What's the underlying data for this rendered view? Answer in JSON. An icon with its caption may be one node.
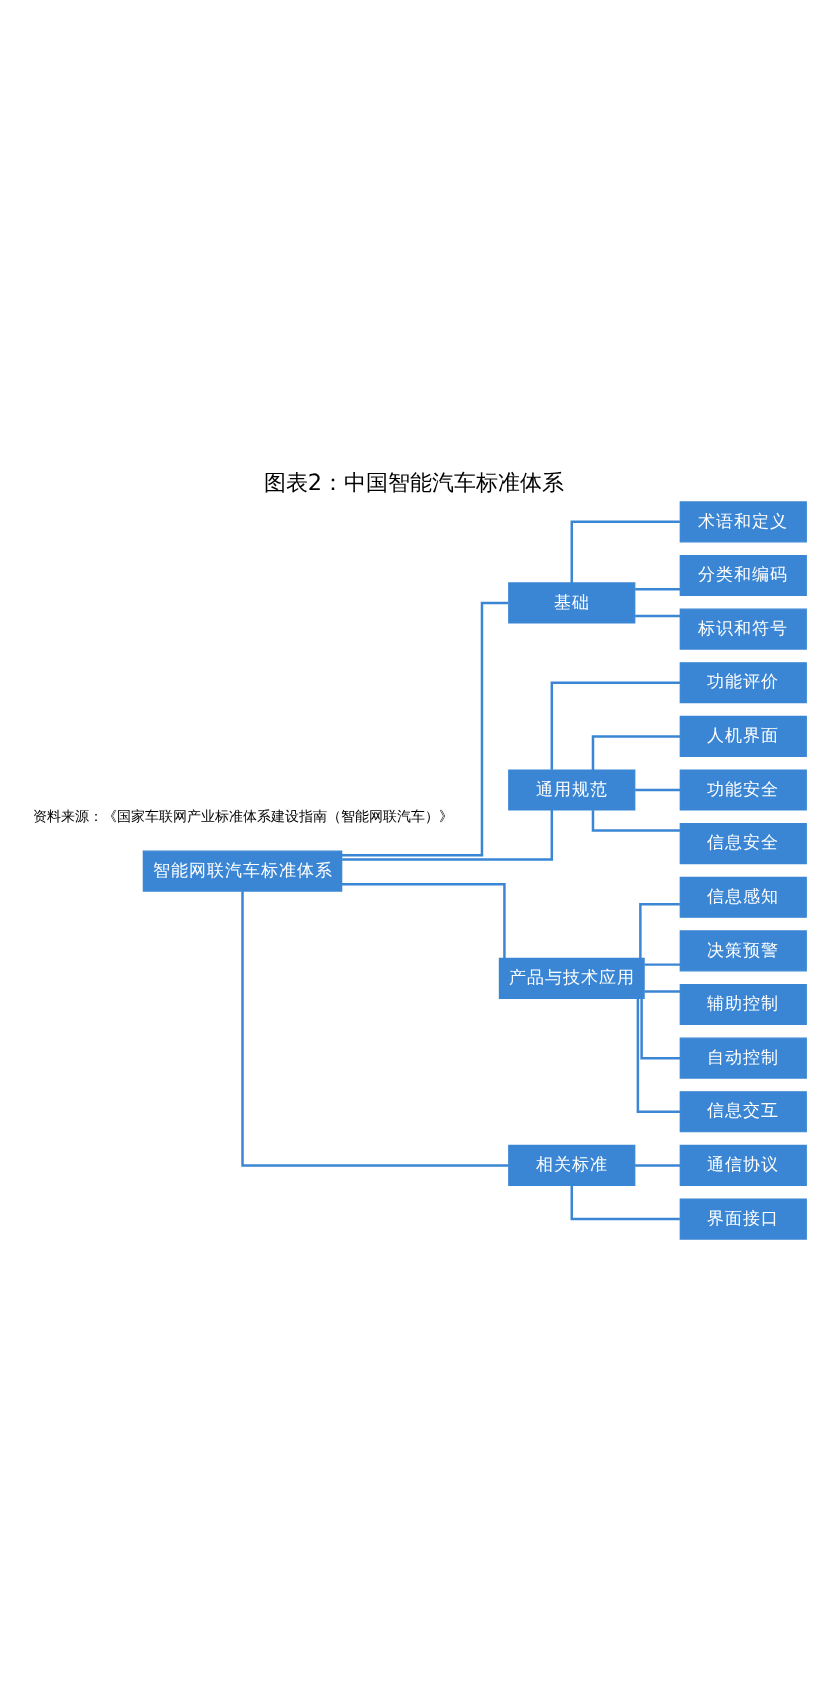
{
  "diagram": {
    "title": "图表2：中国智能汽车标准体系",
    "nodes": [
      {
        "text": [
          "智能网联汽车标准体系"
        ]
      },
      {
        "text": [
          "基础"
        ]
      },
      {
        "text": [
          "术语和定义"
        ]
      },
      {
        "text": [
          "分类和编码"
        ]
      },
      {
        "text": [
          "标识和符号"
        ]
      },
      {
        "text": [
          "通用规范"
        ]
      },
      {
        "text": [
          "功能评价"
        ]
      },
      {
        "text": [
          "人机界面"
        ]
      },
      {
        "text": [
          "功能安全"
        ]
      },
      {
        "text": [
          "信息安全"
        ]
      },
      {
        "text": [
          "产品与技术应用"
        ]
      },
      {
        "text": [
          "信息感知"
        ]
      },
      {
        "text": [
          "决策预警"
        ]
      },
      {
        "text": [
          "辅助控制"
        ]
      },
      {
        "text": [
          "自动控制"
        ]
      },
      {
        "text": [
          "信息交互"
        ]
      },
      {
        "text": [
          "相关标准"
        ]
      },
      {
        "text": [
          "通信协议"
        ]
      },
      {
        "text": [
          "界面接口"
        ]
      }
    ],
    "edges": [
      {
        "from": 0,
        "to": 1,
        "arrow": "none"
      },
      {
        "from": 0,
        "to": 5,
        "arrow": "none"
      },
      {
        "from": 0,
        "to": 10,
        "arrow": "none"
      },
      {
        "from": 0,
        "to": 16,
        "arrow": "none"
      },
      {
        "from": 1,
        "to": 2,
        "arrow": "none"
      },
      {
        "from": 1,
        "to": 3,
        "arrow": "none"
      },
      {
        "from": 1,
        "to": 4,
        "arrow": "none"
      },
      {
        "from": 5,
        "to": 6,
        "arrow": "none"
      },
      {
        "from": 5,
        "to": 7,
        "arrow": "none"
      },
      {
        "from": 5,
        "to": 8,
        "arrow": "none"
      },
      {
        "from": 5,
        "to": 9,
        "arrow": "none"
      },
      {
        "from": 10,
        "to": 11,
        "arrow": "none"
      },
      {
        "from": 10,
        "to": 12,
        "arrow": "none"
      },
      {
        "from": 10,
        "to": 13,
        "arrow": "none"
      },
      {
        "from": 10,
        "to": 14,
        "arrow": "none"
      },
      {
        "from": 10,
        "to": 15,
        "arrow": "none"
      },
      {
        "from": 16,
        "to": 17,
        "arrow": "none"
      },
      {
        "from": 16,
        "to": 18,
        "arrow": "none"
      }
    ],
    "labels": [
      "资料来源：《国家车联网产业标准体系建设指南（智能网联汽车）》"
    ]
  }
}
